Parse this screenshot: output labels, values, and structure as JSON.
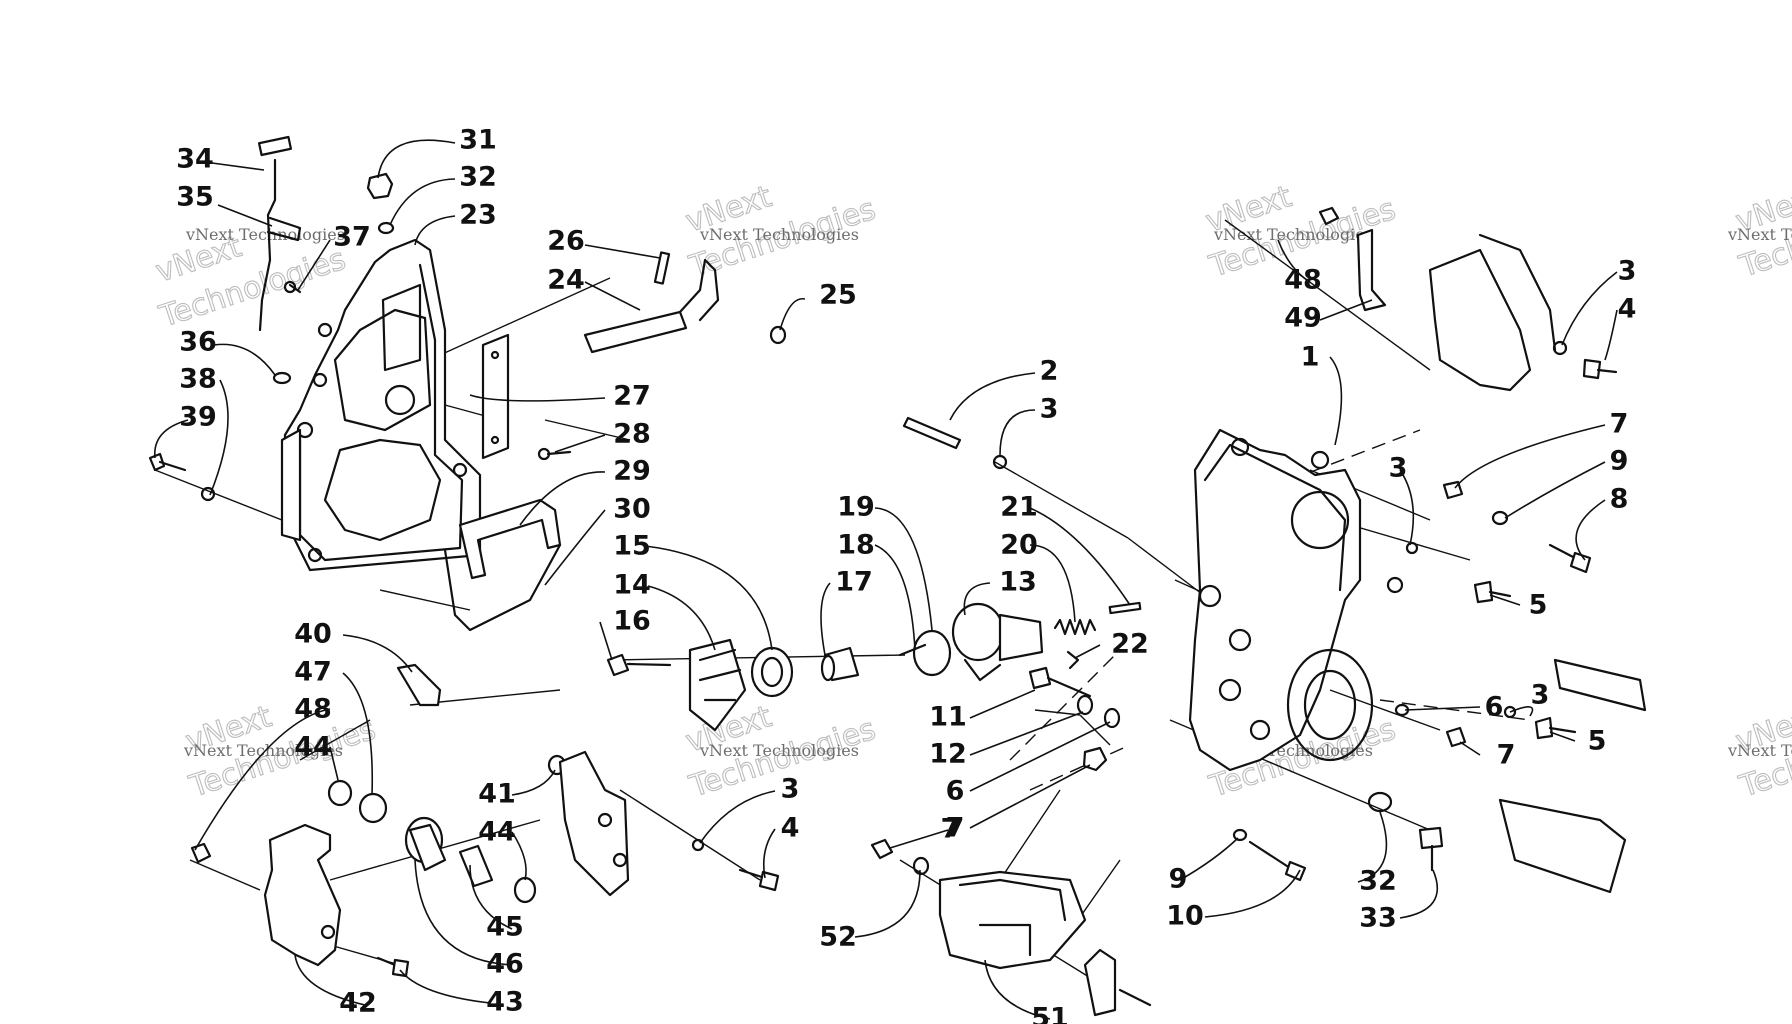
{
  "watermark": {
    "brand": "vNext",
    "line1": "vNext Technologies",
    "line2": "Technologies"
  },
  "callouts": [
    {
      "id": "c34",
      "text": "34"
    },
    {
      "id": "c35",
      "text": "35"
    },
    {
      "id": "c37",
      "text": "37"
    },
    {
      "id": "c31",
      "text": "31"
    },
    {
      "id": "c32a",
      "text": "32"
    },
    {
      "id": "c23",
      "text": "23"
    },
    {
      "id": "c26",
      "text": "26"
    },
    {
      "id": "c24",
      "text": "24"
    },
    {
      "id": "c25",
      "text": "25"
    },
    {
      "id": "c36",
      "text": "36"
    },
    {
      "id": "c38",
      "text": "38"
    },
    {
      "id": "c39",
      "text": "39"
    },
    {
      "id": "c27",
      "text": "27"
    },
    {
      "id": "c28",
      "text": "28"
    },
    {
      "id": "c29",
      "text": "29"
    },
    {
      "id": "c30",
      "text": "30"
    },
    {
      "id": "c48a",
      "text": "48"
    },
    {
      "id": "c49",
      "text": "49"
    },
    {
      "id": "c3a",
      "text": "3"
    },
    {
      "id": "c4a",
      "text": "4"
    },
    {
      "id": "c1",
      "text": "1"
    },
    {
      "id": "c2",
      "text": "2"
    },
    {
      "id": "c3b",
      "text": "3"
    },
    {
      "id": "c7a",
      "text": "7"
    },
    {
      "id": "c3c",
      "text": "3"
    },
    {
      "id": "c9a",
      "text": "9"
    },
    {
      "id": "c8",
      "text": "8"
    },
    {
      "id": "c5a",
      "text": "5"
    },
    {
      "id": "c19",
      "text": "19"
    },
    {
      "id": "c21",
      "text": "21"
    },
    {
      "id": "c18",
      "text": "18"
    },
    {
      "id": "c20",
      "text": "20"
    },
    {
      "id": "c15",
      "text": "15"
    },
    {
      "id": "c14",
      "text": "14"
    },
    {
      "id": "c17",
      "text": "17"
    },
    {
      "id": "c13",
      "text": "13"
    },
    {
      "id": "c16",
      "text": "16"
    },
    {
      "id": "c22",
      "text": "22"
    },
    {
      "id": "c11",
      "text": "11"
    },
    {
      "id": "c12",
      "text": "12"
    },
    {
      "id": "c6a",
      "text": "6"
    },
    {
      "id": "c7b",
      "text": "7"
    },
    {
      "id": "c6b",
      "text": "6"
    },
    {
      "id": "c3d",
      "text": "3"
    },
    {
      "id": "c7c",
      "text": "7"
    },
    {
      "id": "c5b",
      "text": "5"
    },
    {
      "id": "c40",
      "text": "40"
    },
    {
      "id": "c47",
      "text": "47"
    },
    {
      "id": "c48b",
      "text": "48"
    },
    {
      "id": "c44a",
      "text": "44"
    },
    {
      "id": "c41",
      "text": "41"
    },
    {
      "id": "c3e",
      "text": "3"
    },
    {
      "id": "c4b",
      "text": "4"
    },
    {
      "id": "c44b",
      "text": "44"
    },
    {
      "id": "c45",
      "text": "45"
    },
    {
      "id": "c46",
      "text": "46"
    },
    {
      "id": "c42",
      "text": "42"
    },
    {
      "id": "c43",
      "text": "43"
    },
    {
      "id": "c7d",
      "text": "7"
    },
    {
      "id": "c52",
      "text": "52"
    },
    {
      "id": "c51",
      "text": "51"
    },
    {
      "id": "c9b",
      "text": "9"
    },
    {
      "id": "c10",
      "text": "10"
    },
    {
      "id": "c32b",
      "text": "32"
    },
    {
      "id": "c33",
      "text": "33"
    }
  ]
}
